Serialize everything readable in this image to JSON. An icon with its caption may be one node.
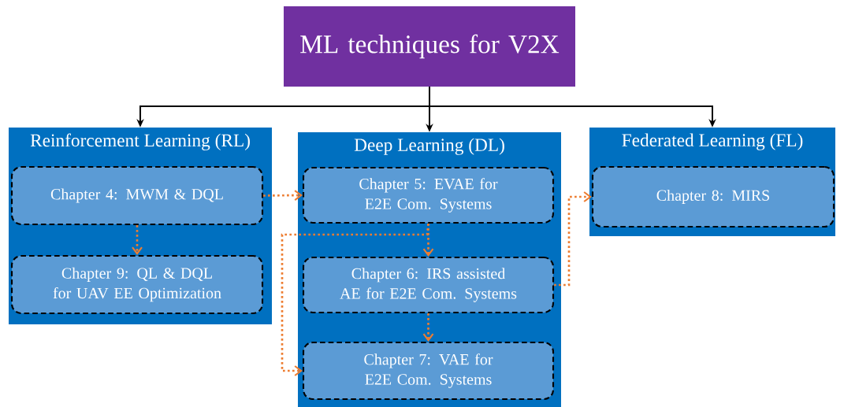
{
  "diagram": {
    "nodes": [
      {
        "text": [
          "ML techniques for V2X"
        ]
      },
      {
        "text": [
          "Reinforcement Learning (RL)"
        ]
      },
      {
        "text": [
          "Chapter 4: MWM & DQL"
        ],
        "in": 1
      },
      {
        "text": [
          "Chapter 9: QL & DQL for UAV EE Optimization"
        ],
        "in": 1
      },
      {
        "text": [
          "Deep Learning (DL)"
        ]
      },
      {
        "text": [
          "Chapter 5: EVAE for E2E Com. Systems"
        ],
        "in": 4
      },
      {
        "text": [
          "Chapter 6: IRS assisted AE for E2E Com. Systems"
        ],
        "in": 4
      },
      {
        "text": [
          "Chapter 7: VAE for E2E Com. Systems"
        ],
        "in": 4
      },
      {
        "text": [
          "Federated Learning (FL)"
        ]
      },
      {
        "text": [
          "Chapter 8: MIRS"
        ],
        "in": 8
      }
    ],
    "edges": [
      {
        "from": 0,
        "to": 1,
        "arrow": "to",
        "color": "#000000"
      },
      {
        "from": 0,
        "to": 4,
        "arrow": "to",
        "color": "#000000"
      },
      {
        "from": 0,
        "to": 8,
        "arrow": "to",
        "color": "#000000"
      },
      {
        "from": 2,
        "to": 5,
        "arrow": "to",
        "style": "dashed"
      },
      {
        "from": 2,
        "to": 3,
        "arrow": "to",
        "style": "dashed"
      },
      {
        "from": 5,
        "to": 6,
        "arrow": "to",
        "style": "dashed"
      },
      {
        "from": 5,
        "to": 7,
        "arrow": "to",
        "style": "dashed"
      },
      {
        "from": 6,
        "to": 7,
        "arrow": "to",
        "style": "dashed"
      },
      {
        "from": 6,
        "to": 9,
        "arrow": "to",
        "style": "dashed"
      }
    ]
  }
}
